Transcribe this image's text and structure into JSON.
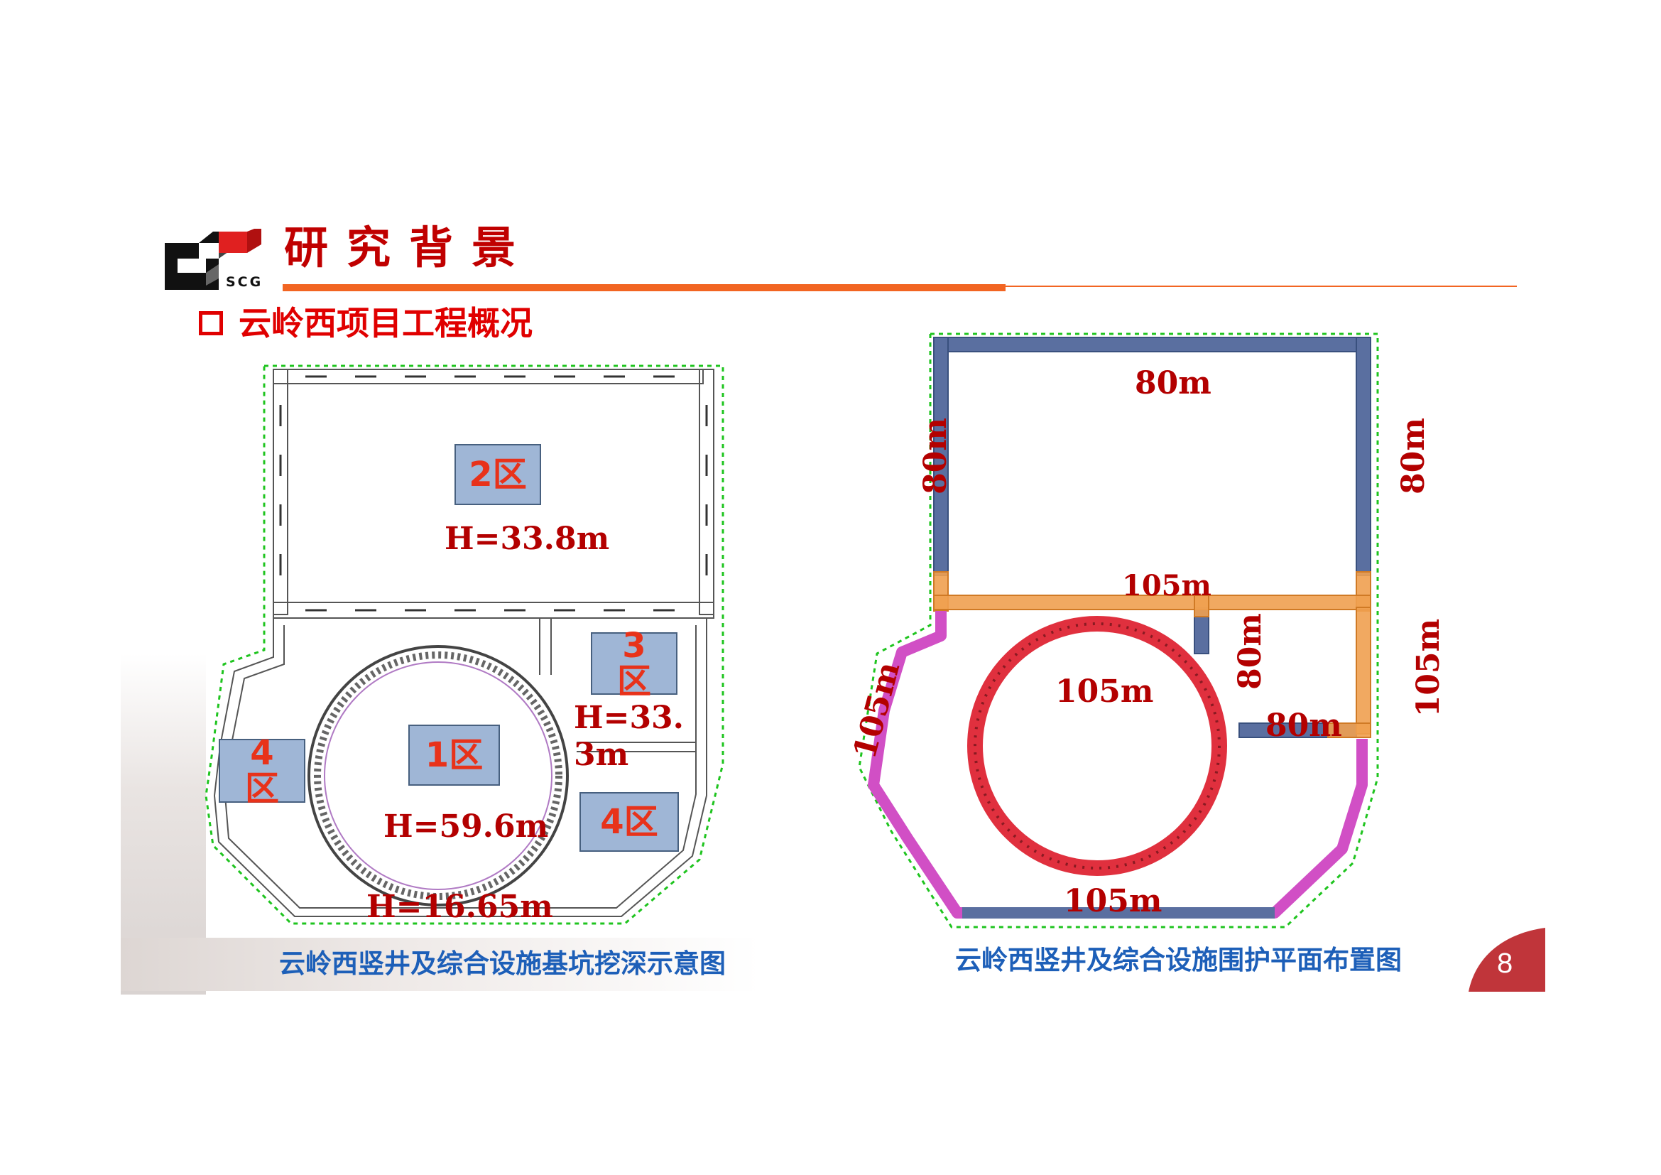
{
  "header": {
    "logo_text": "SCG",
    "title": "研究背景",
    "subtitle": "云岭西项目工程概况"
  },
  "left_diagram": {
    "zones": [
      {
        "label": "2区",
        "depth": "H=33.8m"
      },
      {
        "label": "1区",
        "depth": "H=59.6m"
      },
      {
        "label": "3区",
        "depth": "H=33.3m"
      },
      {
        "label": "4区"
      },
      {
        "label": "4区"
      }
    ],
    "bottom_depth": "H=16.65m",
    "caption": "云岭西竖井及综合设施基坑挖深示意图"
  },
  "right_diagram": {
    "dimensions": {
      "top": "80m",
      "left_upper": "80m",
      "right_upper": "80m",
      "middle_beam": "105m",
      "inner_vertical": "80m",
      "right_lower": "105m",
      "circle": "105m",
      "inner_horizontal": "80m",
      "left_lower": "105m",
      "bottom": "105m"
    },
    "caption": "云岭西竖井及综合设施围护平面布置图"
  },
  "page_number": "8",
  "colors": {
    "title": "#c00000",
    "accent_rule": "#f26522",
    "zone_fill": "#9fb6d6",
    "zone_text": "#e8321a",
    "dimension_text": "#b30000",
    "caption": "#1d5fb8",
    "wall_blue": "#5a6fa0",
    "wall_orange": "#f0a050",
    "wall_red": "#e0303e",
    "wall_magenta": "#d14fc5",
    "survey_green": "#1fc41f"
  }
}
